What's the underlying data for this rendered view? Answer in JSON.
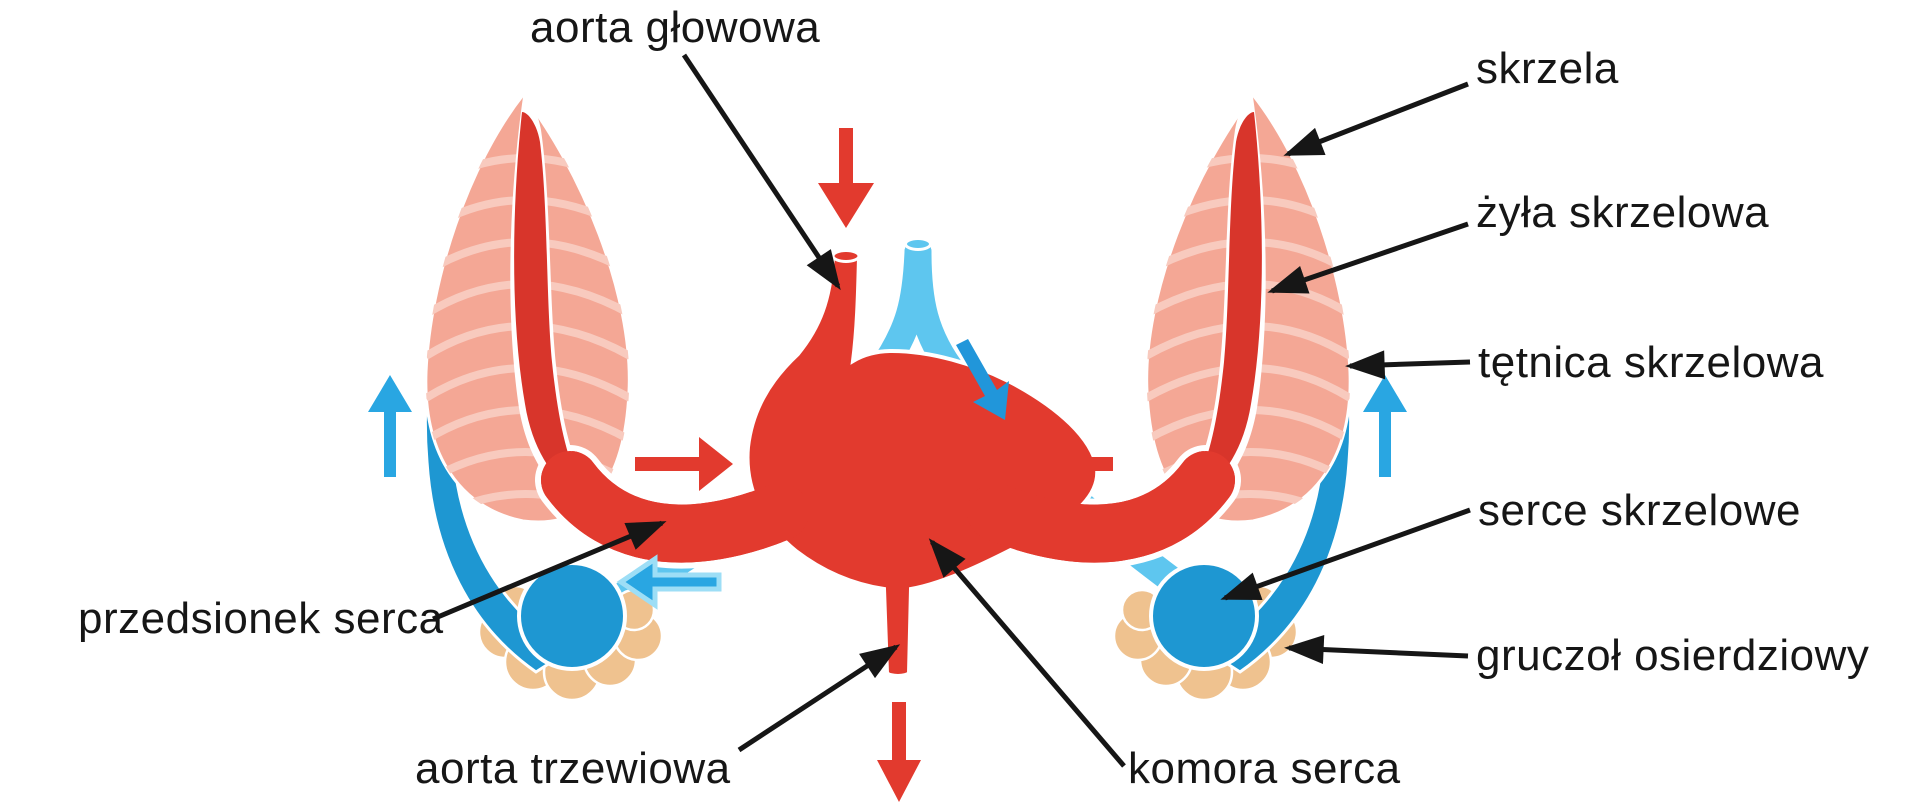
{
  "diagram": {
    "kind": "anatomical-circulation-diagram",
    "labels": {
      "aorta_glowowa": "aorta głowowa",
      "skrzela": "skrzela",
      "zyla_skrzelowa": "żyła skrzelowa",
      "tetnica_skrzelowa": "tętnica skrzelowa",
      "serce_skrzelowe": "serce skrzelowe",
      "gruczol_osierdziowy": "gruczoł osierdziowy",
      "przedsionek_serca": "przedsionek serca",
      "aorta_trzewiowa": "aorta trzewiowa",
      "komora_serca": "komora serca"
    },
    "colors": {
      "oxygenated_red": "#e23a2e",
      "gill_vein_red": "#d8352b",
      "deoxygenated_dark_blue": "#1e97d2",
      "deoxygenated_light_blue": "#5ec6ef",
      "flow_arrow_blue": "#29a6e2",
      "gill_pink": "#f4a795",
      "gill_stripe_pink": "#f8cabe",
      "gland_beige": "#efc28f",
      "label_text": "#161616"
    }
  }
}
